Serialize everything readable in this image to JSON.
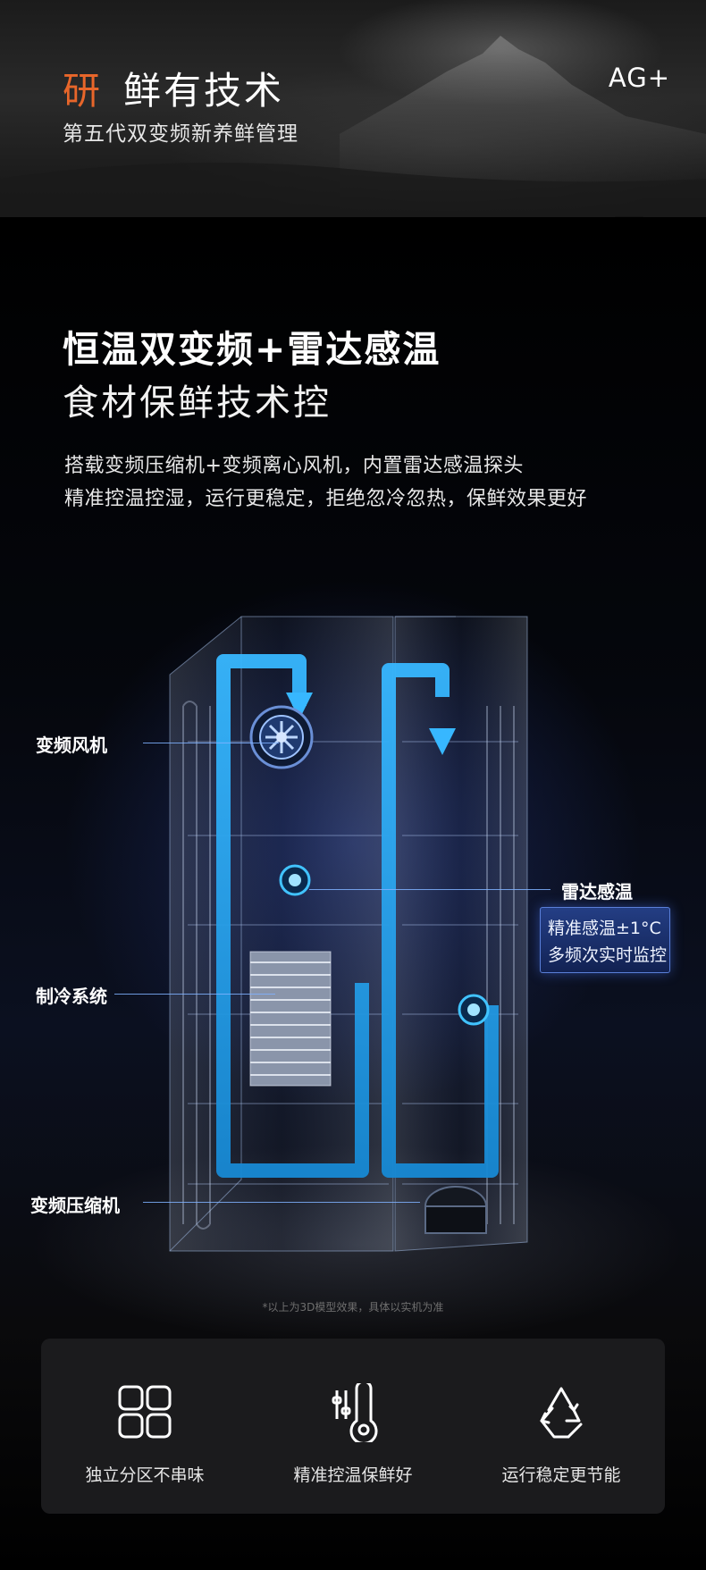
{
  "header": {
    "brand_mark": "研",
    "brand_title": "鲜有技术",
    "brand_subtitle": "第五代双变频新养鲜管理",
    "logo": "AG+"
  },
  "hero": {
    "title": "恒温双变频+雷达感温",
    "subtitle": "食材保鲜技术控",
    "desc_line1": "搭载变频压缩机+变频离心风机，内置雷达感温探头",
    "desc_line2": "精准控温控湿，运行更稳定，拒绝忽冷忽热，保鲜效果更好"
  },
  "diagram": {
    "callouts": {
      "fan": "变频风机",
      "cooling": "制冷系统",
      "compressor": "变频压缩机",
      "radar": "雷达感温"
    },
    "radar_badge": {
      "line1": "精准感温±1°C",
      "line2": "多频次实时监控"
    },
    "colors": {
      "airflow": "#1fa3e6",
      "glass": "#9fb8e0",
      "callout_line": "#7fb2ff"
    }
  },
  "note": "*以上为3D模型效果，具体以实机为准",
  "features": [
    {
      "icon": "four-grid-icon",
      "label": "独立分区不串味"
    },
    {
      "icon": "thermometer-icon",
      "label": "精准控温保鲜好"
    },
    {
      "icon": "recycle-icon",
      "label": "运行稳定更节能"
    }
  ],
  "colors": {
    "accent": "#e8662a",
    "background": "#000000",
    "panel": "#1b1b1d"
  }
}
